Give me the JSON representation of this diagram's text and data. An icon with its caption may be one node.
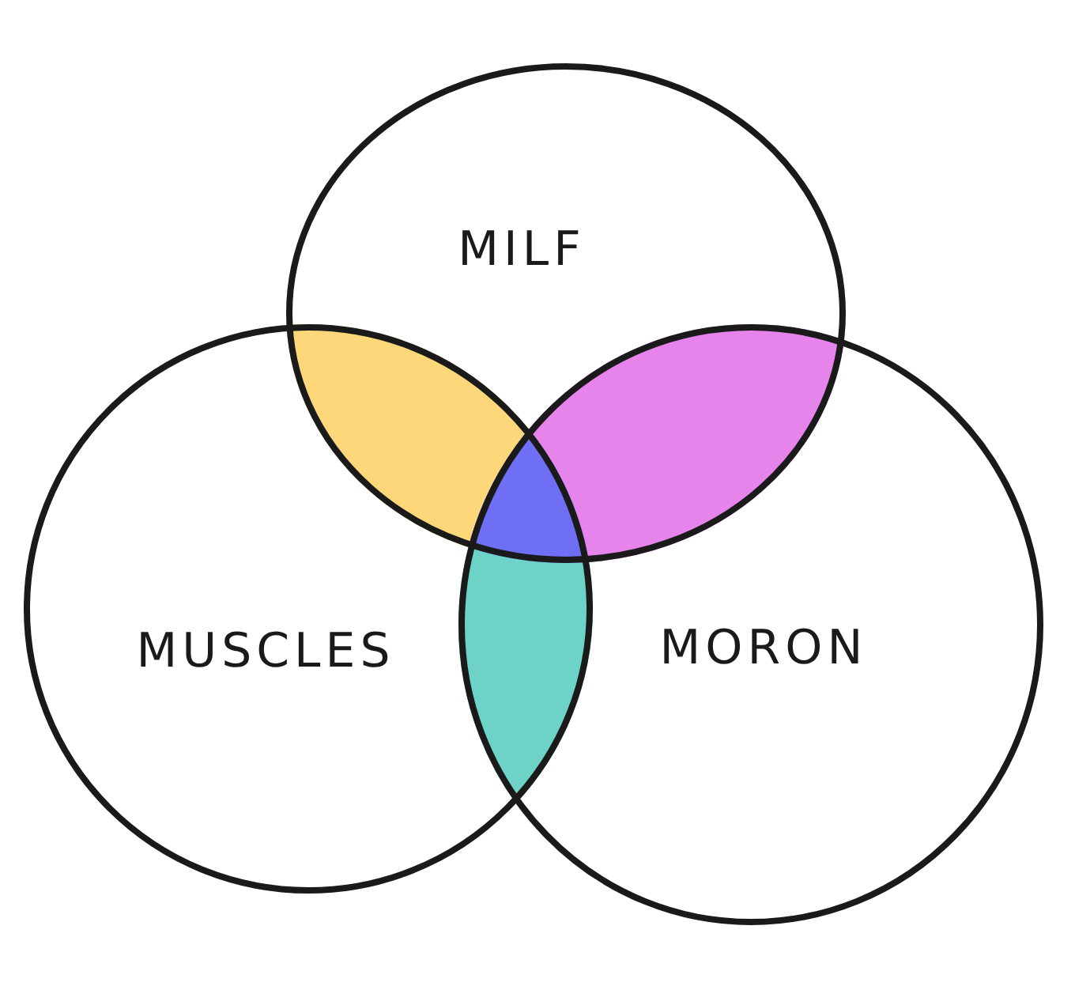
{
  "diagram": {
    "nodes": [
      {
        "text": [
          "MILF"
        ]
      },
      {
        "text": [
          "MUSCLES"
        ]
      },
      {
        "text": [
          "MORON"
        ]
      }
    ]
  }
}
